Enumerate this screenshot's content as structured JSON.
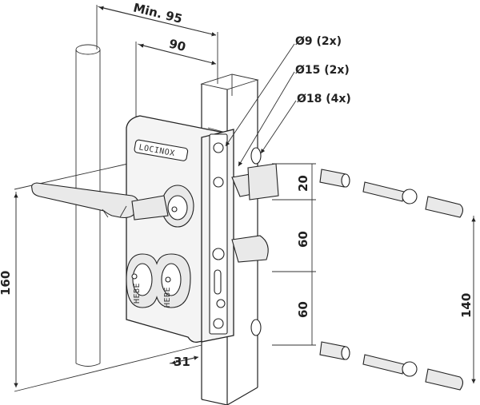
{
  "brand": "LOCINOX",
  "dimensions": {
    "min_width": "Min. 95",
    "width": "90",
    "height": "160",
    "depth": "31",
    "spacing_top": "20",
    "spacing_middle": "60",
    "spacing_lower": "60",
    "spacing_right": "140"
  },
  "holes": {
    "d9": "Ø9 (2x)",
    "d15": "Ø15 (2x)",
    "d18": "Ø18 (4x)"
  },
  "cylinder_mark": "HEBE"
}
